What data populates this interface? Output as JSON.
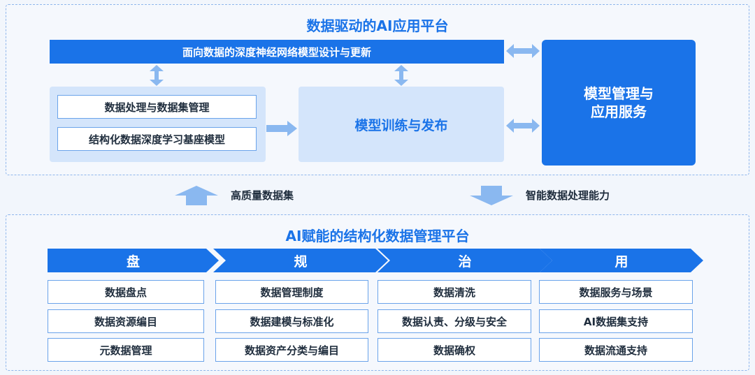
{
  "top_panel": {
    "title": "数据驱动的AI应用平台",
    "design_bar": "面向数据的深度神经网络模型设计与更新",
    "left_items": [
      "数据处理与数据集管理",
      "结构化数据深度学习基座模型"
    ],
    "training": "模型训练与发布",
    "management": [
      "模型管理与",
      "应用服务"
    ]
  },
  "flow": {
    "up_label": "高质量数据集",
    "down_label": "智能数据处理能力"
  },
  "bottom_panel": {
    "title": "AI赋能的结构化数据管理平台",
    "columns": [
      {
        "header": "盘",
        "items": [
          "数据盘点",
          "数据资源编目",
          "元数据管理"
        ]
      },
      {
        "header": "规",
        "items": [
          "数据管理制度",
          "数据建模与标准化",
          "数据资产分类与编目"
        ]
      },
      {
        "header": "治",
        "items": [
          "数据清洗",
          "数据认责、分级与安全",
          "数据确权"
        ]
      },
      {
        "header": "用",
        "items": [
          "数据服务与场景",
          "AI数据集支持",
          "数据流通支持"
        ]
      }
    ]
  },
  "colors": {
    "primary": "#1a73e8",
    "light": "#d4e5fb",
    "arrow": "#8ab8f0"
  }
}
